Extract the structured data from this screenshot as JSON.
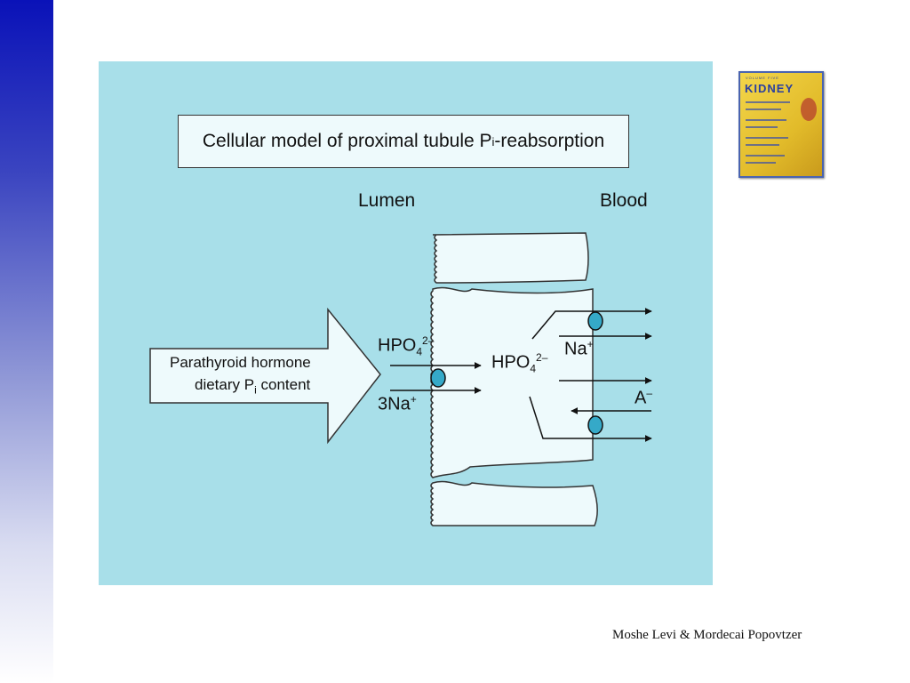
{
  "slide": {
    "credit": "Moshe Levi & Mordecai Popovtzer",
    "book": {
      "top_text": "VOLUME FIVE",
      "title": "KIDNEY"
    }
  },
  "diagram": {
    "title": {
      "main": "Cellular model of proximal tubule P",
      "sub": "i",
      "rest": "-reabsorption"
    },
    "lumen_label": "Lumen",
    "blood_label": "Blood",
    "arrow_text": {
      "line1": "Parathyroid hormone",
      "line2_main": "dietary P",
      "line2_sub": "i",
      "line2_rest": " content"
    },
    "lumen_hpo4": {
      "main": "HPO",
      "sub": "4",
      "sup": "2–"
    },
    "lumen_na": {
      "main": "3Na",
      "sup": "+"
    },
    "cell_hpo4": {
      "main": "HPO",
      "sub": "4",
      "sup": "2–"
    },
    "blood_na": {
      "main": "Na",
      "sup": "+"
    },
    "blood_anion": {
      "main": "A",
      "sup": "–"
    },
    "colors": {
      "background": "#a8dfe9",
      "cell": "#eefafc",
      "transporter": "#35a9c8"
    }
  }
}
